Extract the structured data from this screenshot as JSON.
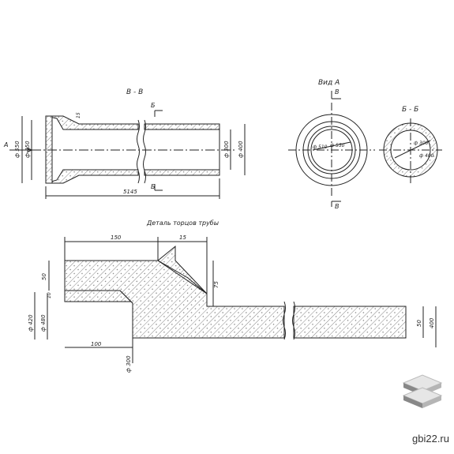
{
  "section_bb_title": "В - В",
  "view_a_title": "Вид А",
  "section_b_title": "Б - Б",
  "detail_title": "Деталь торцов трубы",
  "cut_b": "Б",
  "cut_v": "В",
  "view_a_arrow": "А",
  "dims_top": {
    "d550": "ф 550",
    "d450": "ф 450",
    "d300": "ф 300",
    "d400": "ф 400",
    "len": "5145",
    "d15": "15"
  },
  "dims_view": {
    "d550": "ф 550",
    "d510": "ф 510",
    "d300": "ф 300",
    "d400": "ф 400"
  },
  "dims_detail": {
    "d150": "150",
    "d15": "15",
    "d50": "50",
    "d10": "10",
    "d75": "75",
    "d420": "ф 420",
    "d480": "ф 480",
    "d100": "100",
    "d300": "ф 300",
    "d50r": "50",
    "d400": "400"
  },
  "site": "gbi22.ru",
  "colors": {
    "line": "#222222",
    "hatch": "#555555"
  }
}
